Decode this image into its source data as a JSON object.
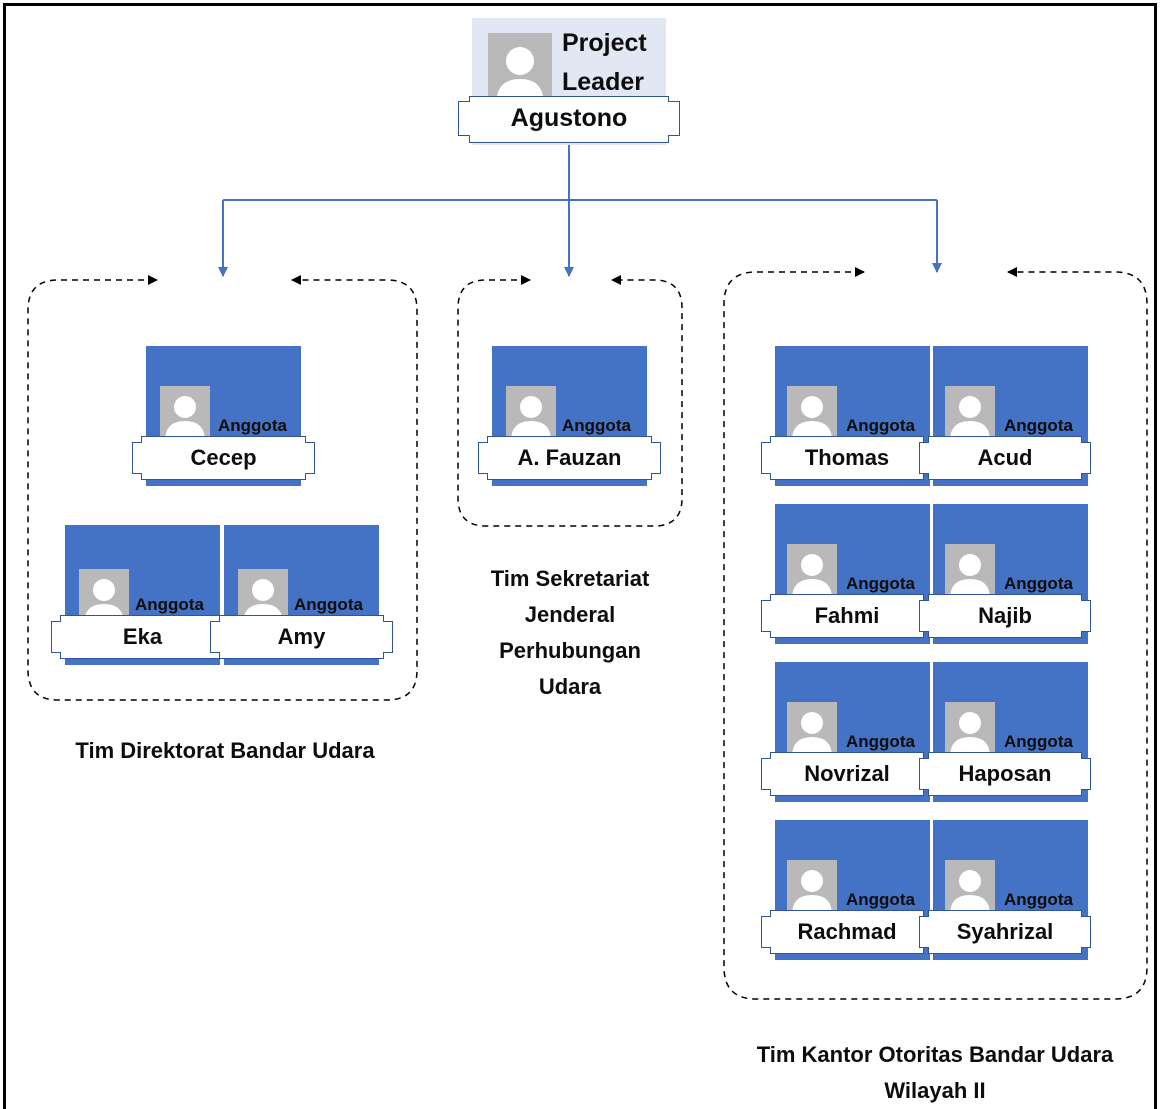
{
  "leader": {
    "title_line1": "Project",
    "title_line2": "Leader",
    "name": "Agustono"
  },
  "teams": [
    {
      "name": "Tim Direktorat Bandar Udara",
      "members": [
        {
          "role": "Anggota",
          "name": "Cecep"
        },
        {
          "role": "Anggota",
          "name": "Eka"
        },
        {
          "role": "Anggota",
          "name": "Amy"
        }
      ]
    },
    {
      "name_lines": [
        "Tim Sekretariat",
        "Jenderal",
        "Perhubungan",
        "Udara"
      ],
      "members": [
        {
          "role": "Anggota",
          "name": "A. Fauzan"
        }
      ]
    },
    {
      "name_lines": [
        "Tim Kantor Otoritas Bandar Udara",
        "Wilayah II"
      ],
      "members": [
        {
          "role": "Anggota",
          "name": "Thomas"
        },
        {
          "role": "Anggota",
          "name": "Acud"
        },
        {
          "role": "Anggota",
          "name": "Fahmi"
        },
        {
          "role": "Anggota",
          "name": "Najib"
        },
        {
          "role": "Anggota",
          "name": "Novrizal"
        },
        {
          "role": "Anggota",
          "name": "Haposan"
        },
        {
          "role": "Anggota",
          "name": "Rachmad"
        },
        {
          "role": "Anggota",
          "name": "Syahrizal"
        }
      ]
    }
  ],
  "colors": {
    "card": "#4472c4",
    "connector": "#4472c4",
    "photo": "#b9b9b9"
  }
}
